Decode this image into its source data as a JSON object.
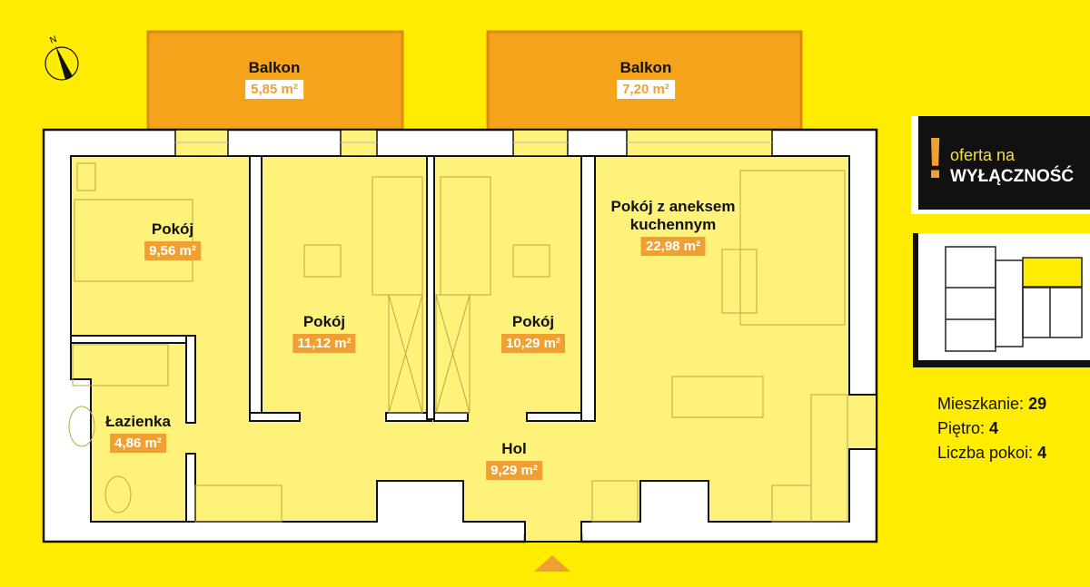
{
  "compass": {
    "label": "N"
  },
  "balconies": [
    {
      "name": "Balkon",
      "area": "5,85 m²"
    },
    {
      "name": "Balkon",
      "area": "7,20 m²"
    }
  ],
  "rooms": [
    {
      "name": "Pokój",
      "area": "9,56 m²"
    },
    {
      "name": "Pokój",
      "area": "11,12 m²"
    },
    {
      "name": "Pokój",
      "area": "10,29 m²"
    },
    {
      "name": "Pokój z aneksem",
      "name2": "kuchennym",
      "area": "22,98 m²"
    },
    {
      "name": "Łazienka",
      "area": "4,86 m²"
    },
    {
      "name": "Hol",
      "area": "9,29 m²"
    }
  ],
  "offer": {
    "mark": "!",
    "line1": "oferta na",
    "line2": "WYŁĄCZNOŚĆ"
  },
  "info": {
    "apartment_label": "Mieszkanie:",
    "apartment_value": "29",
    "floor_label": "Piętro:",
    "floor_value": "4",
    "rooms_label": "Liczba pokoi:",
    "rooms_value": "4"
  },
  "colors": {
    "background": "#FFEC00",
    "interior": "#FFF27A",
    "balcony": "#F5A31A",
    "accent": "#F0A030"
  }
}
